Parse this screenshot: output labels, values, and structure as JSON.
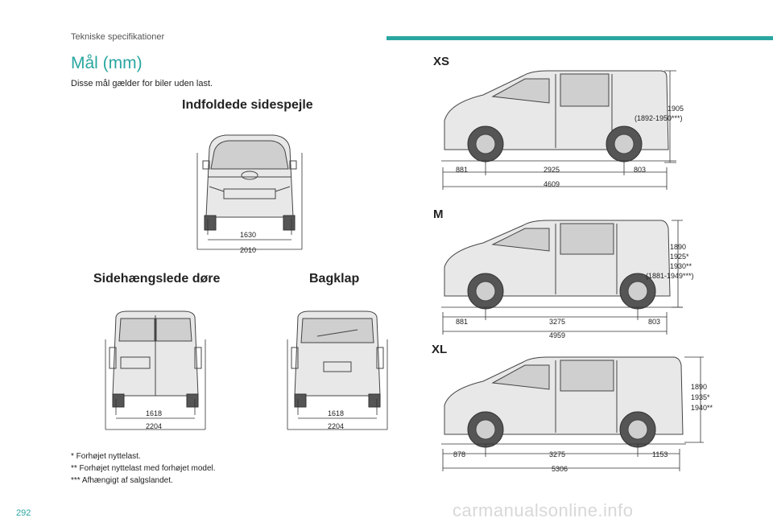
{
  "header": {
    "section": "Tekniske specifikationer"
  },
  "page": {
    "title": "Mål (mm)",
    "intro": "Disse mål gælder for biler uden last.",
    "number": "292"
  },
  "front": {
    "heading": "Indfoldede sidespejle",
    "width_inner": "1630",
    "width_outer": "2010"
  },
  "side_doors": {
    "heading": "Sidehængslede døre",
    "width_inner": "1618",
    "width_outer": "2204"
  },
  "tailgate": {
    "heading": "Bagklap",
    "width_inner": "1618",
    "width_outer": "2204"
  },
  "vehicles": {
    "xs": {
      "label": "XS",
      "height_1": "1905",
      "height_2": "(1892-1950***)",
      "front_overhang": "881",
      "wheelbase": "2925",
      "rear_overhang": "803",
      "length": "4609"
    },
    "m": {
      "label": "M",
      "height_1": "1890",
      "height_2": "1925*",
      "height_3": "1930**",
      "height_4": "(1881-1949***)",
      "front_overhang": "881",
      "wheelbase": "3275",
      "rear_overhang": "803",
      "length": "4959"
    },
    "xl": {
      "label": "XL",
      "height_1": "1890",
      "height_2": "1935*",
      "height_3": "1940**",
      "front_overhang": "878",
      "wheelbase": "3275",
      "rear_overhang": "1153",
      "length": "5306"
    }
  },
  "footnotes": {
    "n1": "* Forhøjet nyttelast.",
    "n2": "** Forhøjet nyttelast med forhøjet model.",
    "n3": "*** Afhængigt af salgslandet."
  },
  "watermark": "carmanualsonline.info",
  "colors": {
    "accent": "#2aa6a0"
  }
}
